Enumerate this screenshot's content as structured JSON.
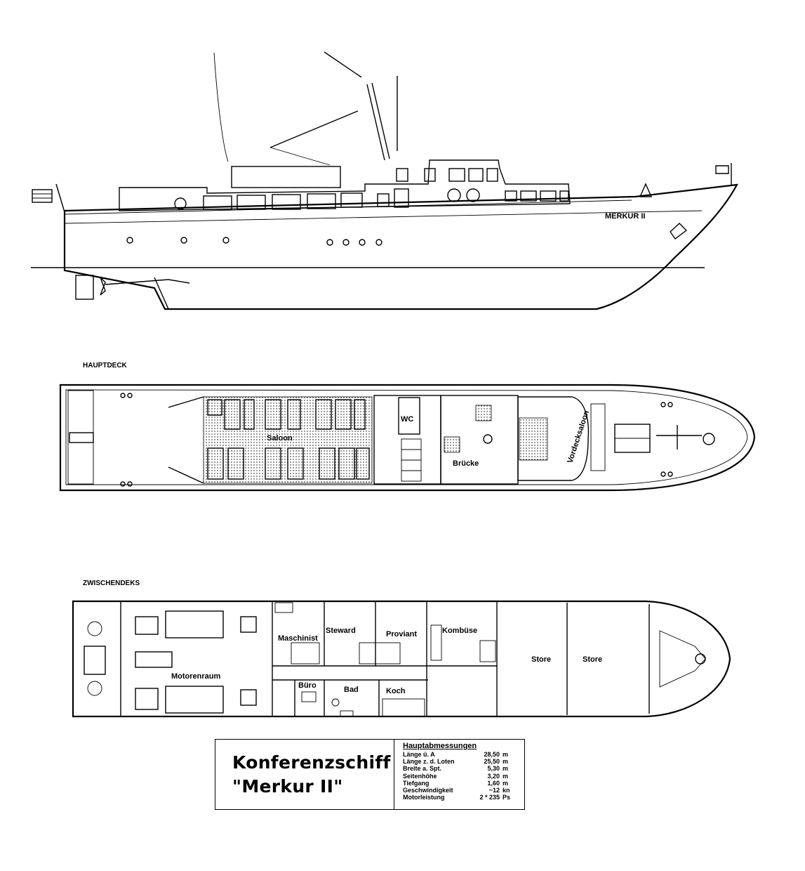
{
  "ship_name_on_hull": "MERKUR II",
  "sections": {
    "main_deck": "HAUPTDECK",
    "lower_deck": "ZWISCHENDEKS"
  },
  "rooms": {
    "saloon": "Saloon",
    "wc": "WC",
    "bruecke": "Brücke",
    "vordecksaloon": "Vordecksaloon",
    "maschinist": "Maschinist",
    "steward": "Steward",
    "proviant": "Proviant",
    "kombuese": "Kombüse",
    "motorenraum": "Motorenraum",
    "buero": "Büro",
    "bad": "Bad",
    "koch": "Koch",
    "store1": "Store",
    "store2": "Store"
  },
  "title": {
    "line1": "Konferenzschiff",
    "line2": "\"Merkur II\""
  },
  "dimensions": {
    "heading": "Hauptabmessungen",
    "rows": [
      {
        "label": "Länge ü. A",
        "value": "28,50",
        "unit": "m"
      },
      {
        "label": "Länge z. d. Loten",
        "value": "25,50",
        "unit": "m"
      },
      {
        "label": "Breite a. Spt.",
        "value": "5,30",
        "unit": "m"
      },
      {
        "label": "Seitenhöhe",
        "value": "3,20",
        "unit": "m"
      },
      {
        "label": "Tiefgang",
        "value": "1,60",
        "unit": "m"
      },
      {
        "label": "Geschwindigkeit",
        "value": "~12",
        "unit": "kn"
      },
      {
        "label": "Motorleistung",
        "value": "2 * 235",
        "unit": "Ps"
      }
    ]
  }
}
